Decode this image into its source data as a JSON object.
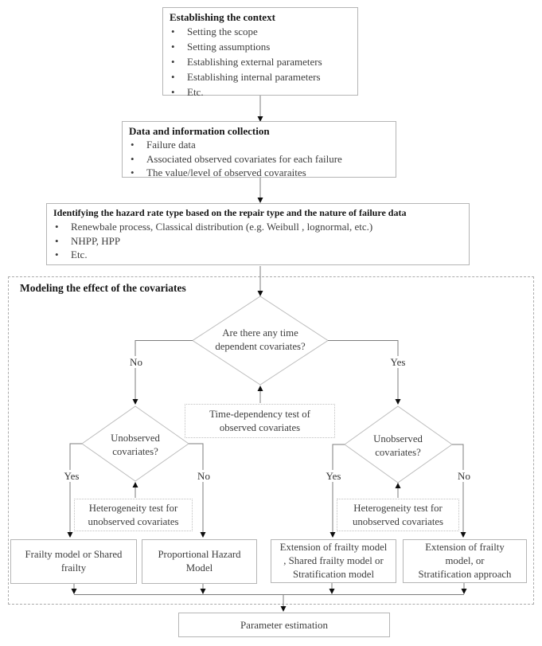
{
  "flow": {
    "context": {
      "title": "Establishing the context",
      "bullets": [
        "Setting the scope",
        "Setting assumptions",
        "Establishing external parameters",
        "Establishing internal parameters",
        "Etc."
      ]
    },
    "data_collection": {
      "title": "Data and information collection",
      "bullets": [
        "Failure data",
        "Associated observed covariates for each failure",
        "The value/level of observed covaraites"
      ]
    },
    "hazard": {
      "title": "Identifying the hazard rate type based on the repair type and the nature of failure data",
      "bullets": [
        "Renewbale process, Classical distribution (e.g. Weibull , lognormal, etc.)",
        "NHPP, HPP",
        "Etc."
      ]
    }
  },
  "modeling": {
    "title": "Modeling the effect of the covariates",
    "decision_time": [
      "Are there any time",
      "dependent covariates?"
    ],
    "time_test": [
      "Time-dependency test of",
      "observed covariates"
    ],
    "unobserved_left": [
      "Unobserved",
      "covariates?"
    ],
    "unobserved_right": [
      "Unobserved",
      "covariates?"
    ],
    "het_left": [
      "Heterogeneity test for",
      "unobserved covariates"
    ],
    "het_right": [
      "Heterogeneity test for",
      "unobserved covariates"
    ],
    "labels": {
      "time_no": "No",
      "time_yes": "Yes",
      "left_yes": "Yes",
      "left_no": "No",
      "right_yes": "Yes",
      "right_no": "No"
    },
    "outcomes": {
      "frailty": [
        "Frailty model or Shared",
        "frailty"
      ],
      "phm": [
        "Proportional Hazard",
        "Model"
      ],
      "ext_shared": [
        "Extension of frailty model",
        ", Shared frailty model or",
        "Stratification model"
      ],
      "ext_strat": [
        "Extension of frailty",
        "model, or",
        "Stratification approach"
      ]
    }
  },
  "final": {
    "parameter_estimation": "Parameter estimation"
  },
  "colors": {
    "background": "#ffffff",
    "box_border": "#b5b5b5",
    "dotted_border": "#c0c0c0",
    "dashed_border": "#ababab",
    "connector": "#7d7d7d",
    "arrowhead": "#0d0d0d",
    "title_text": "#161616",
    "body_text": "#3d3d3d"
  }
}
